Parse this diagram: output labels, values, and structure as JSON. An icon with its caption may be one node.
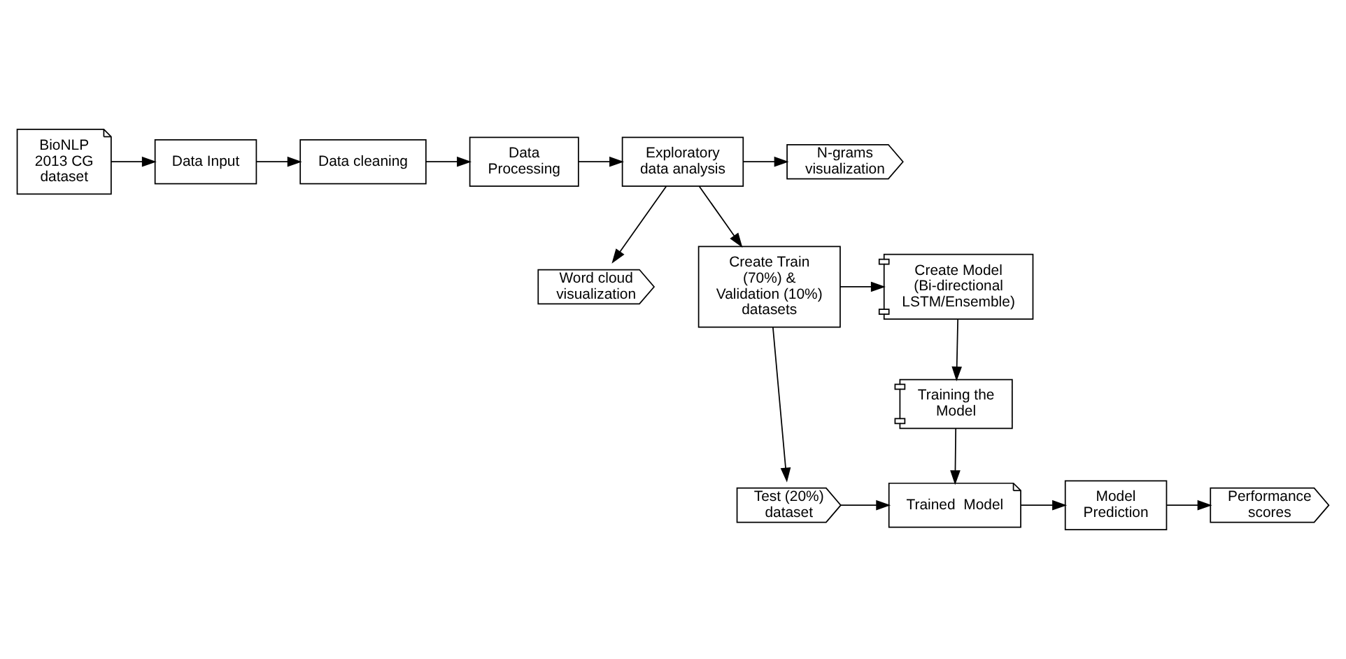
{
  "diagram": {
    "nodes": [
      {
        "text": [
          "BioNLP 2013 CG dataset"
        ]
      },
      {
        "text": [
          "Data Input"
        ]
      },
      {
        "text": [
          "Data cleaning"
        ]
      },
      {
        "text": [
          "Data Processing"
        ]
      },
      {
        "text": [
          "Exploratory data analysis"
        ]
      },
      {
        "text": [
          "N-grams visualization"
        ]
      },
      {
        "text": [
          "Word cloud visualization"
        ]
      },
      {
        "text": [
          "Create Train (70%) & Validation (10%) datasets"
        ]
      },
      {
        "text": [
          "Create Model (Bi-directional LSTM/Ensemble)"
        ]
      },
      {
        "text": [
          "Training the Model"
        ]
      },
      {
        "text": [
          "Trained  Model"
        ]
      },
      {
        "text": [
          "Test (20%) dataset"
        ]
      },
      {
        "text": [
          "Model Prediction"
        ]
      },
      {
        "text": [
          "Performance scores"
        ]
      }
    ],
    "edges": [
      {
        "from": 0,
        "to": 1,
        "arrow": "to"
      },
      {
        "from": 1,
        "to": 2,
        "arrow": "to"
      },
      {
        "from": 2,
        "to": 3,
        "arrow": "to"
      },
      {
        "from": 3,
        "to": 4,
        "arrow": "to"
      },
      {
        "from": 4,
        "to": 5,
        "arrow": "to"
      },
      {
        "from": 4,
        "to": 6,
        "arrow": "to"
      },
      {
        "from": 4,
        "to": 7,
        "arrow": "to"
      },
      {
        "from": 7,
        "to": 8,
        "arrow": "to"
      },
      {
        "from": 8,
        "to": 9,
        "arrow": "to"
      },
      {
        "from": 9,
        "to": 10,
        "arrow": "to"
      },
      {
        "from": 7,
        "to": 11,
        "arrow": "to"
      },
      {
        "from": 11,
        "to": 10,
        "arrow": "to"
      },
      {
        "from": 10,
        "to": 12,
        "arrow": "to"
      },
      {
        "from": 12,
        "to": 13,
        "arrow": "to"
      }
    ]
  }
}
